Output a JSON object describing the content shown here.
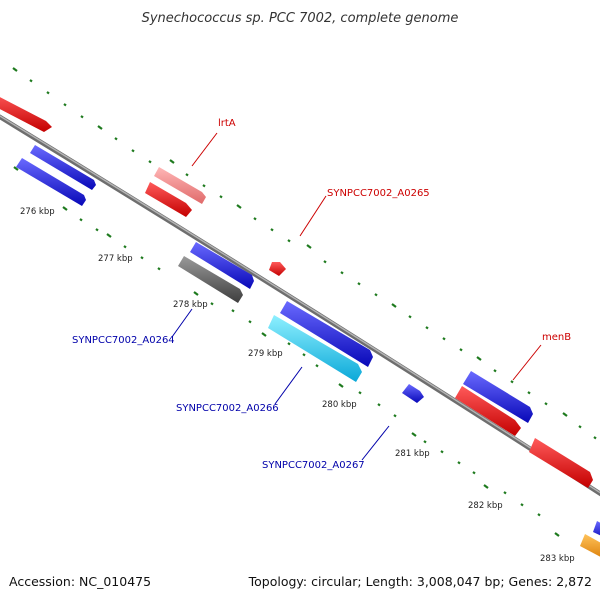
{
  "title": "Synechococcus sp. PCC 7002, complete genome",
  "footer": {
    "accession": "Accession: NC_010475",
    "summary": "Topology: circular; Length: 3,008,047 bp; Genes: 2,872"
  },
  "colors": {
    "backbone": "#8c8c8c",
    "tick": "#1e7a1e",
    "forward_gene": "#ee1111",
    "reverse_gene": "#1a1ae6",
    "light_red": "#f08a8a",
    "cyan": "#1ec8f0",
    "gray": "#666666",
    "orange": "#f59a0a",
    "label_red": "#cc0000",
    "label_blue": "#0000aa"
  },
  "ticks": [
    {
      "label": "276 kbp"
    },
    {
      "label": "277 kbp"
    },
    {
      "label": "278 kbp"
    },
    {
      "label": "279 kbp"
    },
    {
      "label": "280 kbp"
    },
    {
      "label": "281 kbp"
    },
    {
      "label": "282 kbp"
    },
    {
      "label": "283 kbp"
    }
  ],
  "genes": [
    {
      "name": "lrtA"
    },
    {
      "name": "SYNPCC7002_A0265"
    },
    {
      "name": "menB"
    },
    {
      "name": "SYNPCC7002_A0264"
    },
    {
      "name": "SYNPCC7002_A0266"
    },
    {
      "name": "SYNPCC7002_A0267"
    }
  ]
}
